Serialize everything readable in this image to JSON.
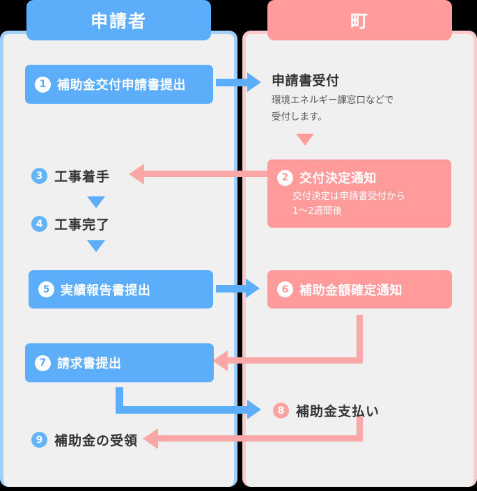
{
  "lanes": {
    "applicant": {
      "title": "申請者",
      "color": "#5CADFA",
      "border": "#9FCFFA"
    },
    "town": {
      "title": "町",
      "color": "#FF9B9B",
      "border": "#FBCBCB"
    }
  },
  "steps": {
    "s1": {
      "num": "1",
      "label": "補助金交付申請書提出"
    },
    "s2": {
      "num": "2",
      "label": "交付決定通知",
      "sub1": "交付決定は申請書受付から",
      "sub2": "1〜2週間後"
    },
    "s3": {
      "num": "3",
      "label": "工事着手"
    },
    "s4": {
      "num": "4",
      "label": "工事完了"
    },
    "s5": {
      "num": "5",
      "label": "実績報告書提出"
    },
    "s6": {
      "num": "6",
      "label": "補助金額確定通知"
    },
    "s7": {
      "num": "7",
      "label": "請求書提出"
    },
    "s8": {
      "num": "8",
      "label": "補助金支払い"
    },
    "s9": {
      "num": "9",
      "label": "補助金の受領"
    }
  },
  "notes": {
    "reception_head": "申請書受付",
    "reception_line1": "環境エネルギー課窓口などで",
    "reception_line2": "受付します。"
  }
}
